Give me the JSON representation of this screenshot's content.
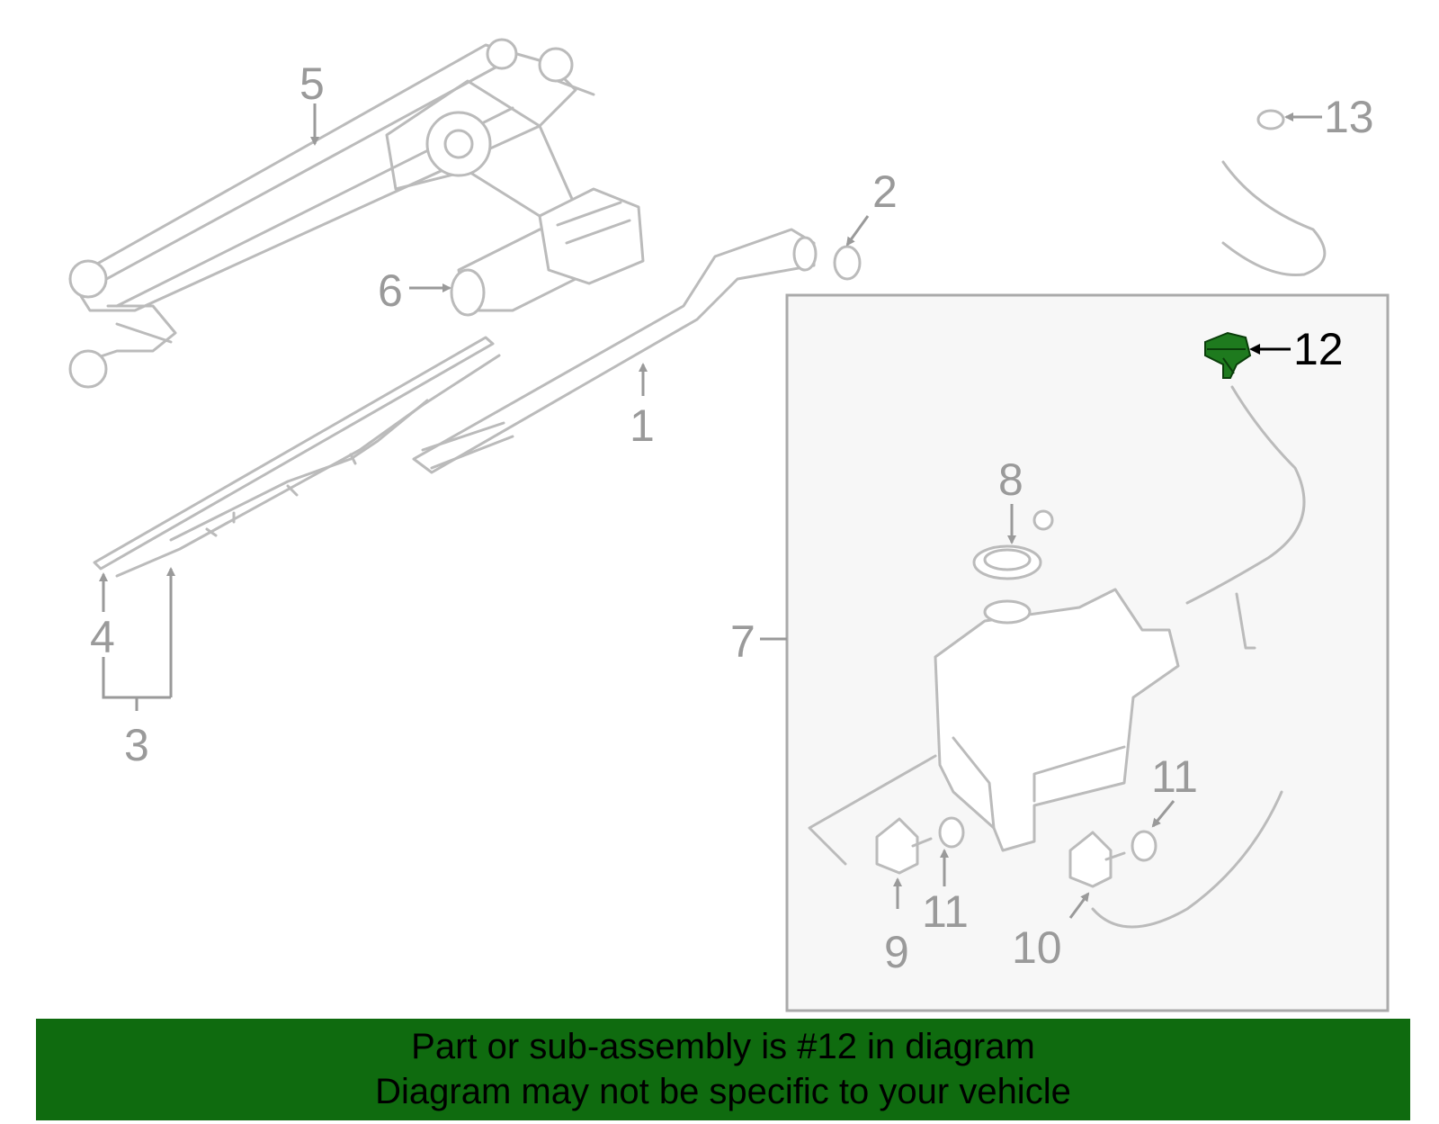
{
  "highlight_color": "#0f6b0f",
  "callouts": {
    "c1": "1",
    "c2": "2",
    "c3": "3",
    "c4": "4",
    "c5": "5",
    "c6": "6",
    "c7": "7",
    "c8": "8",
    "c9": "9",
    "c10": "10",
    "c11a": "11",
    "c11b": "11",
    "c12": "12",
    "c13": "13"
  },
  "banner": {
    "line1": "Part or sub-assembly is #12 in diagram",
    "line2": "Diagram may not be specific to your vehicle"
  }
}
